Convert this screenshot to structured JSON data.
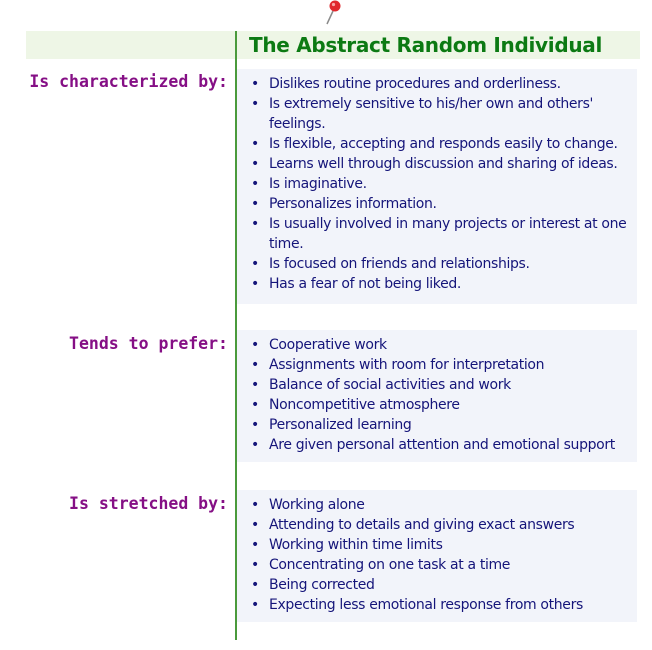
{
  "title": "The Abstract Random Individual",
  "colors": {
    "title": "#0c7a13",
    "label": "#850f85",
    "body_text": "#15157a",
    "panel_bg": "#f2f4fa",
    "title_band_bg": "#eef6e6",
    "divider": "#4a9a3c",
    "pin": "#e0282e"
  },
  "icons": {
    "pin": "push-pin-icon",
    "bullet": "•"
  },
  "sections": [
    {
      "label": "Is characterized by:",
      "items": [
        "Dislikes routine procedures and orderliness.",
        "Is extremely sensitive to his/her own and others' feelings.",
        "Is flexible, accepting and responds easily to change.",
        "Learns well through discussion and sharing of ideas.",
        "Is imaginative.",
        "Personalizes information.",
        "Is usually involved in many projects or interest at one time.",
        "Is focused on friends and relationships.",
        "Has a fear of not being liked."
      ]
    },
    {
      "label": "Tends to prefer:",
      "items": [
        "Cooperative work",
        "Assignments with room for interpretation",
        "Balance of social activities and work",
        "Noncompetitive atmosphere",
        "Personalized learning",
        "Are given personal attention and emotional support"
      ]
    },
    {
      "label": "Is stretched by:",
      "items": [
        "Working alone",
        "Attending to details and giving exact answers",
        "Working within time limits",
        "Concentrating on one task at a time",
        "Being corrected",
        "Expecting less emotional response from others"
      ]
    }
  ]
}
